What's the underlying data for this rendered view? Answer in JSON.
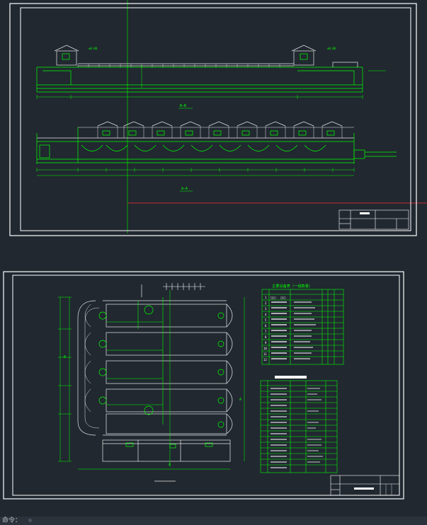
{
  "app": {
    "command_line_text": "命令："
  },
  "sheet1": {
    "section_bb_label": "B—B",
    "section_aa_label": "A—A"
  },
  "sheet2": {
    "equipment_table_title": "主要设备表（一组数量）",
    "row_numbers": [
      "1",
      "2",
      "3",
      "4",
      "5",
      "6",
      "7",
      "8",
      "9",
      "10",
      "11",
      "12"
    ],
    "first_item": "□□□",
    "first_model": "□□□",
    "dim_label_a": "B",
    "dim_label_b": "A",
    "dim_label_c": "A"
  },
  "colors": {
    "background": "#212830",
    "border": "#ffffff",
    "drawing": "#00ff00",
    "crosshair": "#00ff00",
    "crosshair_red": "#ff3030"
  }
}
